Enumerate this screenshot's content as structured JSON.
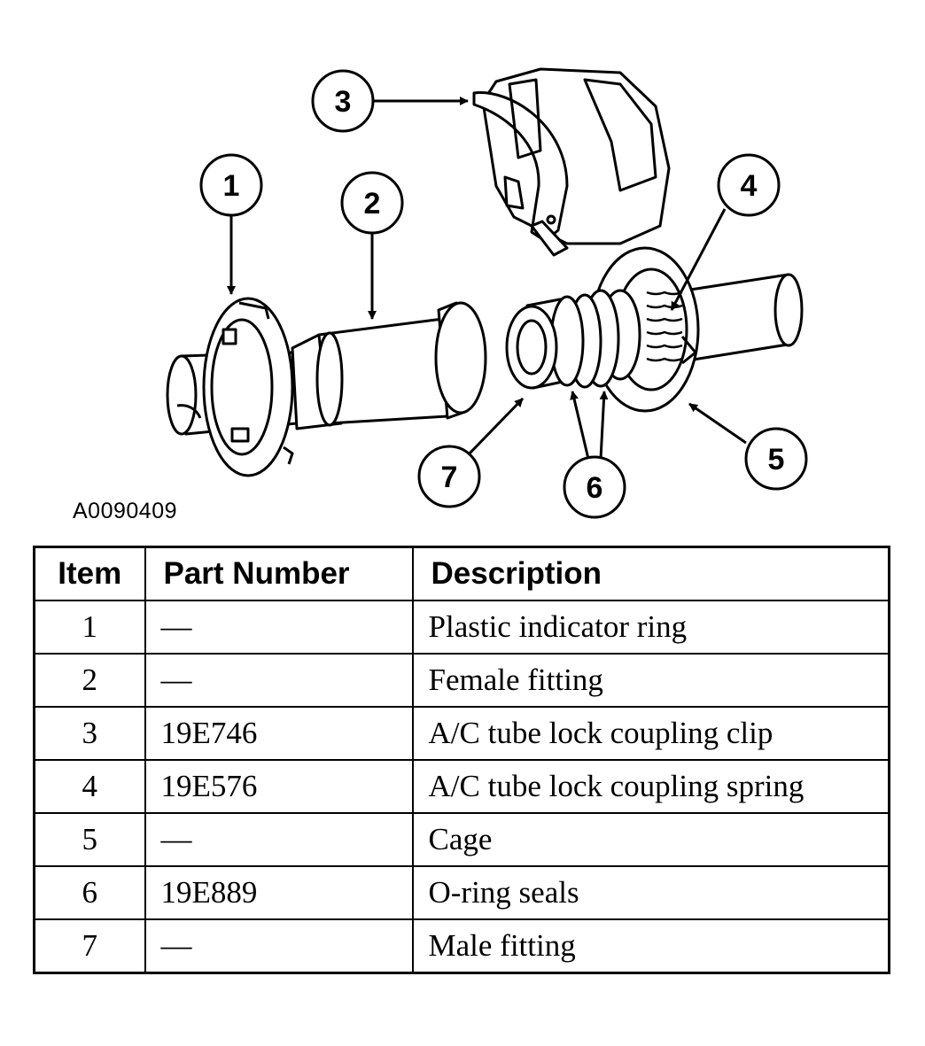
{
  "figure": {
    "figure_id": "A0090409",
    "callouts": [
      "1",
      "2",
      "3",
      "4",
      "5",
      "6",
      "7"
    ]
  },
  "table": {
    "headers": {
      "item": "Item",
      "part_number": "Part Number",
      "description": "Description"
    },
    "rows": [
      {
        "item": "1",
        "part_number": "—",
        "description": "Plastic indicator ring"
      },
      {
        "item": "2",
        "part_number": "—",
        "description": "Female fitting"
      },
      {
        "item": "3",
        "part_number": "19E746",
        "description": "A/C tube lock coupling clip"
      },
      {
        "item": "4",
        "part_number": "19E576",
        "description": "A/C tube lock coupling spring"
      },
      {
        "item": "5",
        "part_number": "—",
        "description": "Cage"
      },
      {
        "item": "6",
        "part_number": "19E889",
        "description": "O-ring seals"
      },
      {
        "item": "7",
        "part_number": "—",
        "description": "Male fitting"
      }
    ]
  }
}
